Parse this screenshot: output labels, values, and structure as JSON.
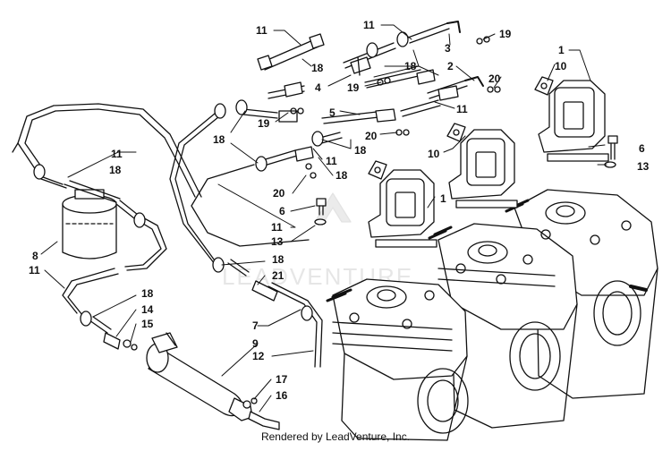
{
  "diagram": {
    "footer": "Rendered by LeadVenture, Inc.",
    "watermark": "LEADVENTURE",
    "callouts": [
      {
        "id": "c11a",
        "label": "11"
      },
      {
        "id": "c18a",
        "label": "18"
      },
      {
        "id": "c11b",
        "label": "11"
      },
      {
        "id": "c3",
        "label": "3"
      },
      {
        "id": "c19a",
        "label": "19"
      },
      {
        "id": "c18b",
        "label": "18"
      },
      {
        "id": "c2",
        "label": "2"
      },
      {
        "id": "c1a",
        "label": "1"
      },
      {
        "id": "c10a",
        "label": "10"
      },
      {
        "id": "c4",
        "label": "4"
      },
      {
        "id": "c19b",
        "label": "19"
      },
      {
        "id": "c20a",
        "label": "20"
      },
      {
        "id": "c11c",
        "label": "11"
      },
      {
        "id": "c19c",
        "label": "19"
      },
      {
        "id": "c5",
        "label": "5"
      },
      {
        "id": "c18c",
        "label": "18"
      },
      {
        "id": "c20b",
        "label": "20"
      },
      {
        "id": "c18d",
        "label": "18"
      },
      {
        "id": "c10b",
        "label": "10"
      },
      {
        "id": "c11d",
        "label": "11"
      },
      {
        "id": "c18e",
        "label": "18"
      },
      {
        "id": "c6a",
        "label": "6"
      },
      {
        "id": "c13a",
        "label": "13"
      },
      {
        "id": "c11e",
        "label": "11"
      },
      {
        "id": "c18f",
        "label": "18"
      },
      {
        "id": "c20c",
        "label": "20"
      },
      {
        "id": "c1b",
        "label": "1"
      },
      {
        "id": "c6b",
        "label": "6"
      },
      {
        "id": "c11f",
        "label": "11"
      },
      {
        "id": "c13b",
        "label": "13"
      },
      {
        "id": "c8",
        "label": "8"
      },
      {
        "id": "c18g",
        "label": "18"
      },
      {
        "id": "c11g",
        "label": "11"
      },
      {
        "id": "c21",
        "label": "21"
      },
      {
        "id": "c18h",
        "label": "18"
      },
      {
        "id": "c14",
        "label": "14"
      },
      {
        "id": "c15",
        "label": "15"
      },
      {
        "id": "c7",
        "label": "7"
      },
      {
        "id": "c9",
        "label": "9"
      },
      {
        "id": "c12",
        "label": "12"
      },
      {
        "id": "c17",
        "label": "17"
      },
      {
        "id": "c16",
        "label": "16"
      }
    ]
  }
}
